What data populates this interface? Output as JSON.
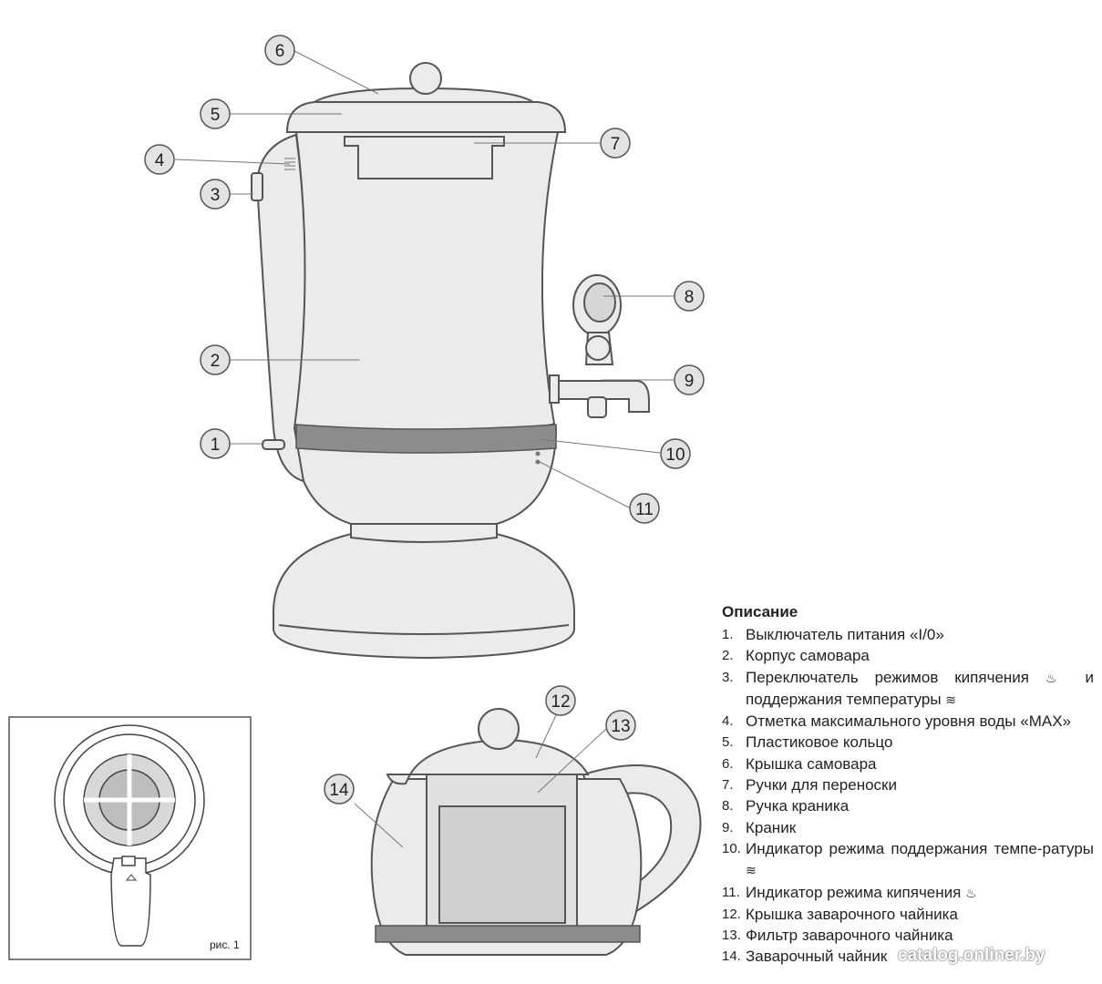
{
  "callout_labels": [
    "1",
    "2",
    "3",
    "4",
    "5",
    "6",
    "7",
    "8",
    "9",
    "10",
    "11",
    "12",
    "13",
    "14"
  ],
  "description": {
    "title": "Описание",
    "items": [
      {
        "num": "1.",
        "text": "Выключатель питания «I/0»"
      },
      {
        "num": "2.",
        "text": "Корпус самовара"
      },
      {
        "num": "3.",
        "text": "Переключатель режимов кипячения ",
        "icon": "boil-icon",
        "text2": " и поддержания температуры ",
        "icon2": "keep-warm-icon"
      },
      {
        "num": "4.",
        "text": "Отметка максимального уровня воды «MAX»"
      },
      {
        "num": "5.",
        "text": "Пластиковое кольцо"
      },
      {
        "num": "6.",
        "text": "Крышка самовара"
      },
      {
        "num": "7.",
        "text": "Ручки для переноски"
      },
      {
        "num": "8.",
        "text": "Ручка краника"
      },
      {
        "num": "9.",
        "text": "Краник"
      },
      {
        "num": "10.",
        "text": "Индикатор режима поддержания темпе-ратуры ",
        "icon": "keep-warm-icon"
      },
      {
        "num": "11.",
        "text": "Индикатор режима кипячения ",
        "icon": "boil-icon"
      },
      {
        "num": "12.",
        "text": "Крышка заварочного чайника"
      },
      {
        "num": "13.",
        "text": "Фильтр заварочного чайника"
      },
      {
        "num": "14.",
        "text": "Заварочный чайник"
      }
    ]
  },
  "figure_caption": "рис. 1",
  "watermark": "catalog.onliner.by",
  "colors": {
    "line": "#555555",
    "fill": "#ebebeb",
    "band": "#8c8c8c",
    "circle": "#e3e3e3"
  }
}
